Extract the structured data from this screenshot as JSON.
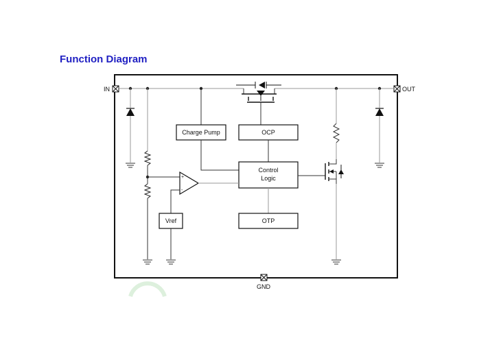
{
  "title": "Function Diagram",
  "pins": {
    "in": "IN",
    "out": "OUT",
    "gnd": "GND"
  },
  "blocks": {
    "charge_pump": "Charge Pump",
    "ocp": "OCP",
    "control_logic_line1": "Control",
    "control_logic_line2": "Logic",
    "otp": "OTP",
    "vref": "Vref"
  }
}
